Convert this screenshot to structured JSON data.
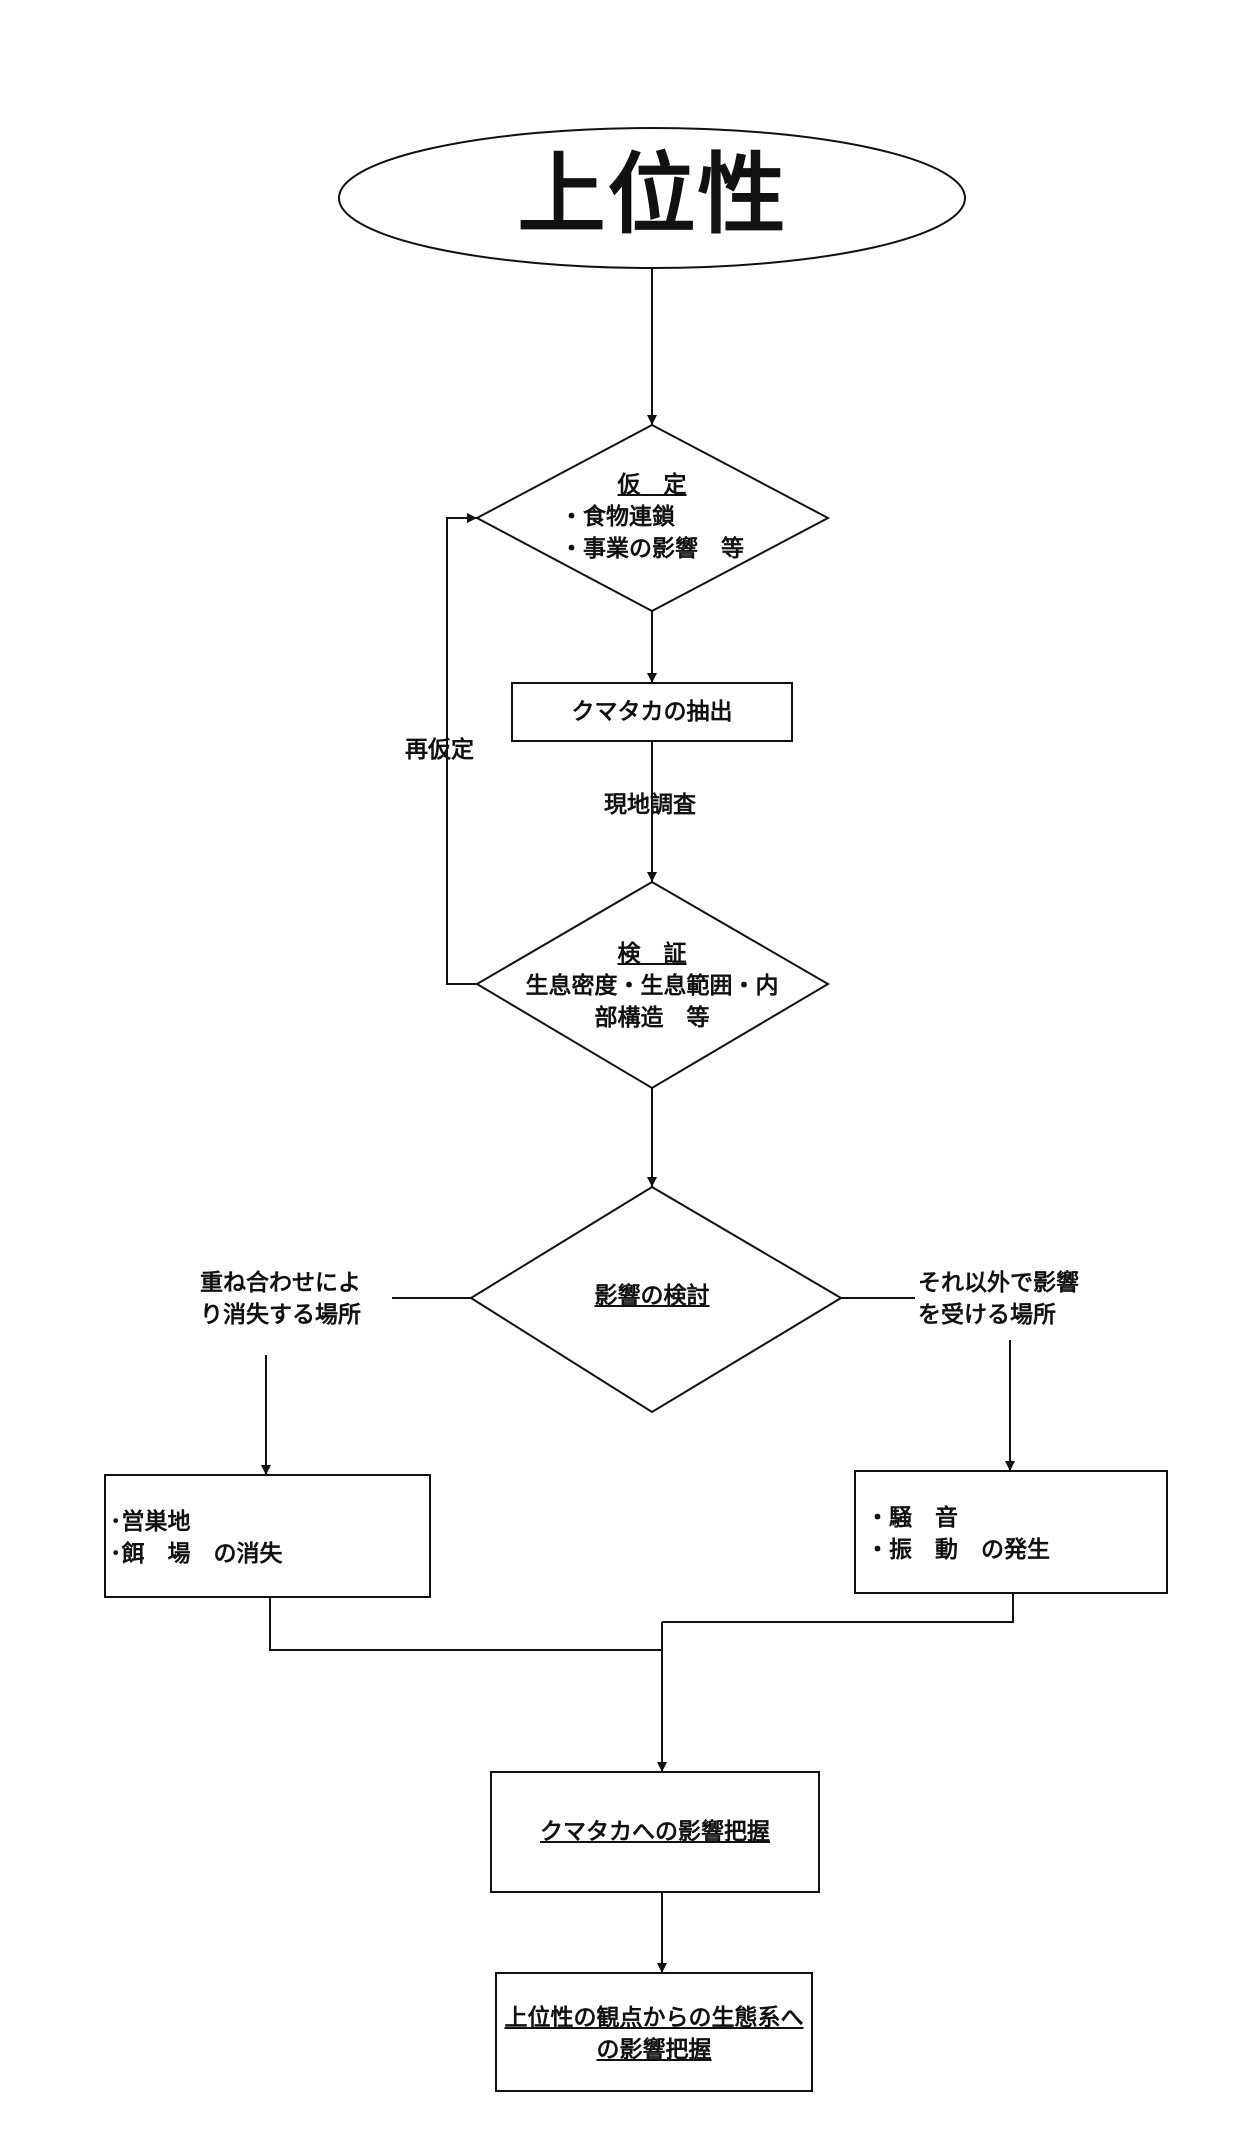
{
  "title": "上位性",
  "hypothesis": {
    "heading": "仮　定",
    "items": [
      "・食物連鎖",
      "・事業の影響　等"
    ]
  },
  "extraction": "クマタカの抽出",
  "field_survey": "現地調査",
  "re_hypothesis": "再仮定",
  "verification": {
    "heading": "検　証",
    "lines": [
      "生息密度・生息範囲・内",
      "部構造　等"
    ]
  },
  "impact_review": "影響の検討",
  "left_branch": {
    "condition": [
      "重ね合わせによ",
      "り消失する場所"
    ],
    "result": [
      "･営巣地",
      "･餌　場　の消失"
    ]
  },
  "right_branch": {
    "condition": [
      "それ以外で影響",
      "を受ける場所"
    ],
    "result": [
      "・騒　音",
      "・振　動　の発生"
    ]
  },
  "kumataka_impact": "クマタカへの影響把握",
  "ecosystem_impact": [
    "上位性の観点からの生態系へ",
    "の影響把握"
  ]
}
